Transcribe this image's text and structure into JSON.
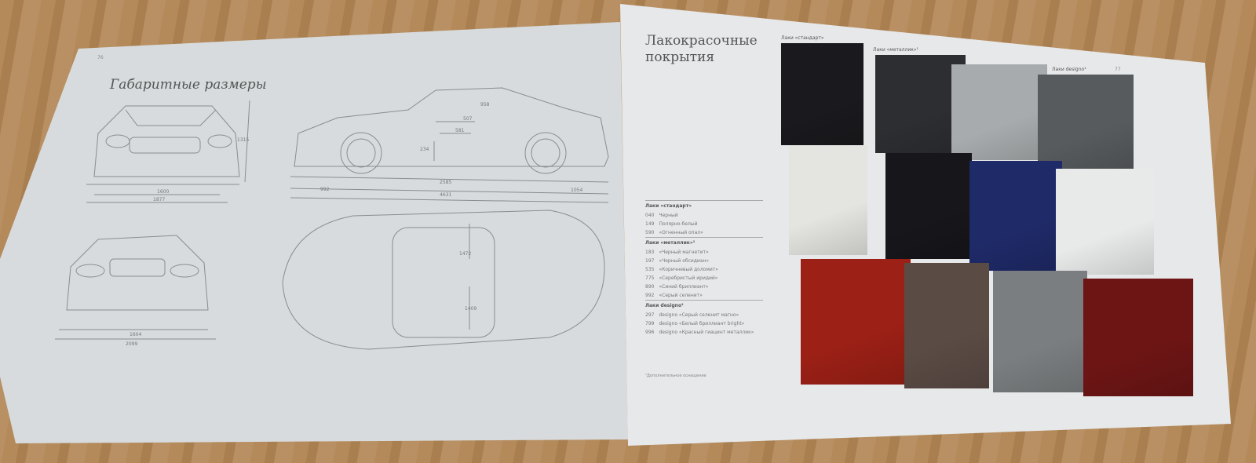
{
  "left_page": {
    "page_number": "76",
    "title": "Габаритные размеры",
    "dimensions": {
      "front_height": "1315",
      "front_track": "1600",
      "front_width": "1877",
      "headroom": "958",
      "legroom_a": "507",
      "legroom_b": "581",
      "seat_height": "234",
      "wheelbase": "2585",
      "overhang_front": "992",
      "overhang_rear": "1054",
      "length": "4631",
      "rear_track": "1604",
      "rear_width": "2099",
      "interior_width_a": "1472",
      "interior_width_b": "1409"
    }
  },
  "right_page": {
    "page_number": "77",
    "title_line1": "Лакокрасочные",
    "title_line2": "покрытия",
    "headers": {
      "standard": "Лаки «стандарт»",
      "metallic": "Лаки «металлик»¹",
      "designo": "Лаки designo¹"
    },
    "groups": [
      {
        "name": "Лаки «стандарт»",
        "items": [
          {
            "code": "040",
            "name": "Черный"
          },
          {
            "code": "149",
            "name": "Полярно-белый"
          },
          {
            "code": "590",
            "name": "«Огненный опал»"
          }
        ]
      },
      {
        "name": "Лаки «металлик»¹",
        "items": [
          {
            "code": "183",
            "name": "«Черный магнетит»"
          },
          {
            "code": "197",
            "name": "«Черный обсидиан»"
          },
          {
            "code": "535",
            "name": "«Коричневый доломит»"
          },
          {
            "code": "775",
            "name": "«Серебристый иридий»"
          },
          {
            "code": "890",
            "name": "«Синий бриллиант»"
          },
          {
            "code": "992",
            "name": "«Серый селенит»"
          }
        ]
      },
      {
        "name": "Лаки designo¹",
        "items": [
          {
            "code": "297",
            "name": "designo «Серый селенит магно»"
          },
          {
            "code": "799",
            "name": "designo «Белый бриллиант bright»"
          },
          {
            "code": "996",
            "name": "designo «Красный гиацинт металлик»"
          }
        ]
      }
    ],
    "footnote": "¹Дополнительное оснащение",
    "swatch_colors": [
      "#1a1a1e",
      "#2c2e31",
      "#a8abad",
      "#585b5e",
      "#e4e4e0",
      "#16161b",
      "#1f2a68",
      "#e8eaea",
      "#9c2016",
      "#5b4b45",
      "#7b7e80",
      "#6d1515"
    ]
  }
}
